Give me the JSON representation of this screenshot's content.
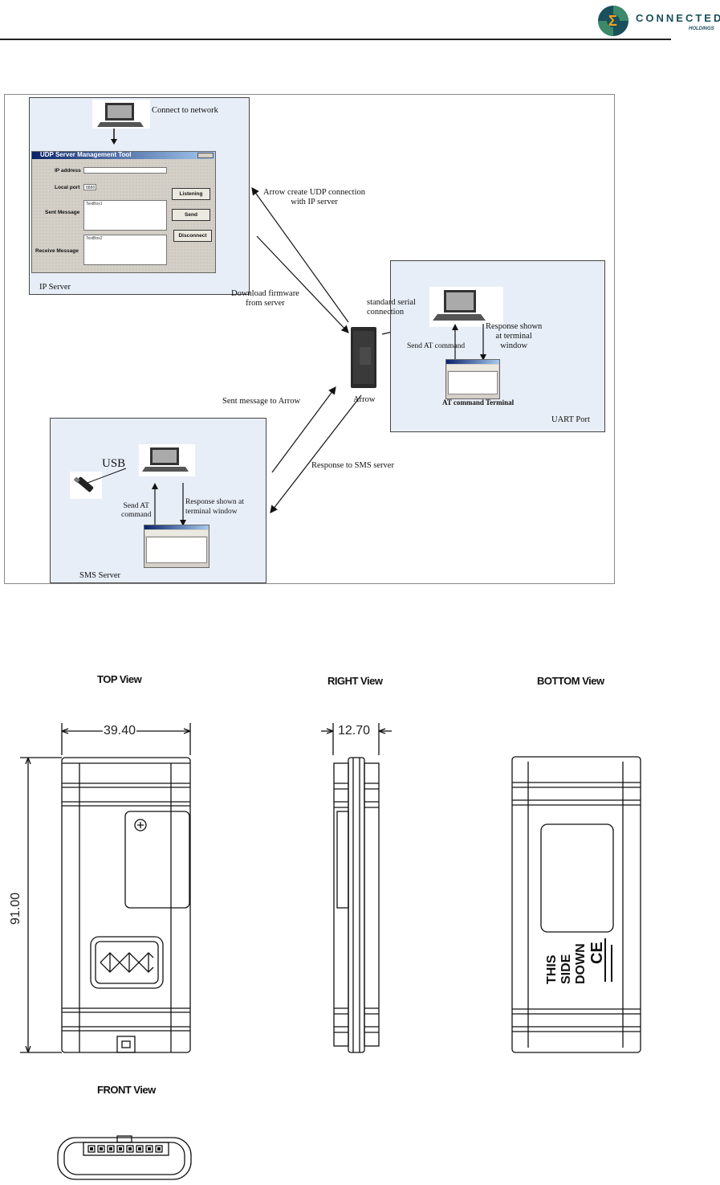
{
  "header": {
    "logo_main": "CONNECTED",
    "logo_sub": "HOLDINGS"
  },
  "diagram": {
    "ip_server": {
      "connect_label": "Connect to network",
      "panel_label": "IP Server",
      "window": {
        "title": "UDP Server Management Tool",
        "ip_address_label": "IP address",
        "local_port_label": "Local port",
        "local_port_value": "8888",
        "sent_message_label": "Sent Message",
        "sent_message_value": "TextBox1",
        "receive_message_label": "Receive Message",
        "receive_message_value": "TextBox2",
        "listening_button": "Listening",
        "send_button": "Send",
        "disconnect_button": "Disconnect"
      }
    },
    "arrows": {
      "udp_connection": "Arrow create UDP connection",
      "udp_connection_2": "with IP server",
      "download_firmware": "Download firmware",
      "download_firmware_2": "from server",
      "sent_message": "Sent message to Arrow",
      "response_sms": "Response to SMS server"
    },
    "device_label": "Arrow",
    "uart": {
      "serial_connection": "standard serial",
      "serial_connection_2": "connection",
      "send_at": "Send AT command",
      "response": "Response shown",
      "response_2": "at terminal",
      "response_3": "window",
      "terminal_label": "AT command Terminal",
      "panel_label": "UART Port"
    },
    "sms": {
      "usb_label": "USB",
      "send_at": "Send AT",
      "send_at_2": "command",
      "response": "Response shown at",
      "response_2": "terminal window",
      "panel_label": "SMS Server"
    }
  },
  "views": {
    "top": "TOP View",
    "right": "RIGHT View",
    "bottom": "BOTTOM View",
    "front": "FRONT View",
    "dim_width": "39.40",
    "dim_depth": "12.70",
    "dim_height": "91.00",
    "bottom_label_1": "THIS",
    "bottom_label_2": "SIDE",
    "bottom_label_3": "DOWN",
    "ce_mark": "CE"
  },
  "colors": {
    "panel_bg": "#e8eef8",
    "brand": "#1a4f5c",
    "device": "#2a2a2a"
  }
}
